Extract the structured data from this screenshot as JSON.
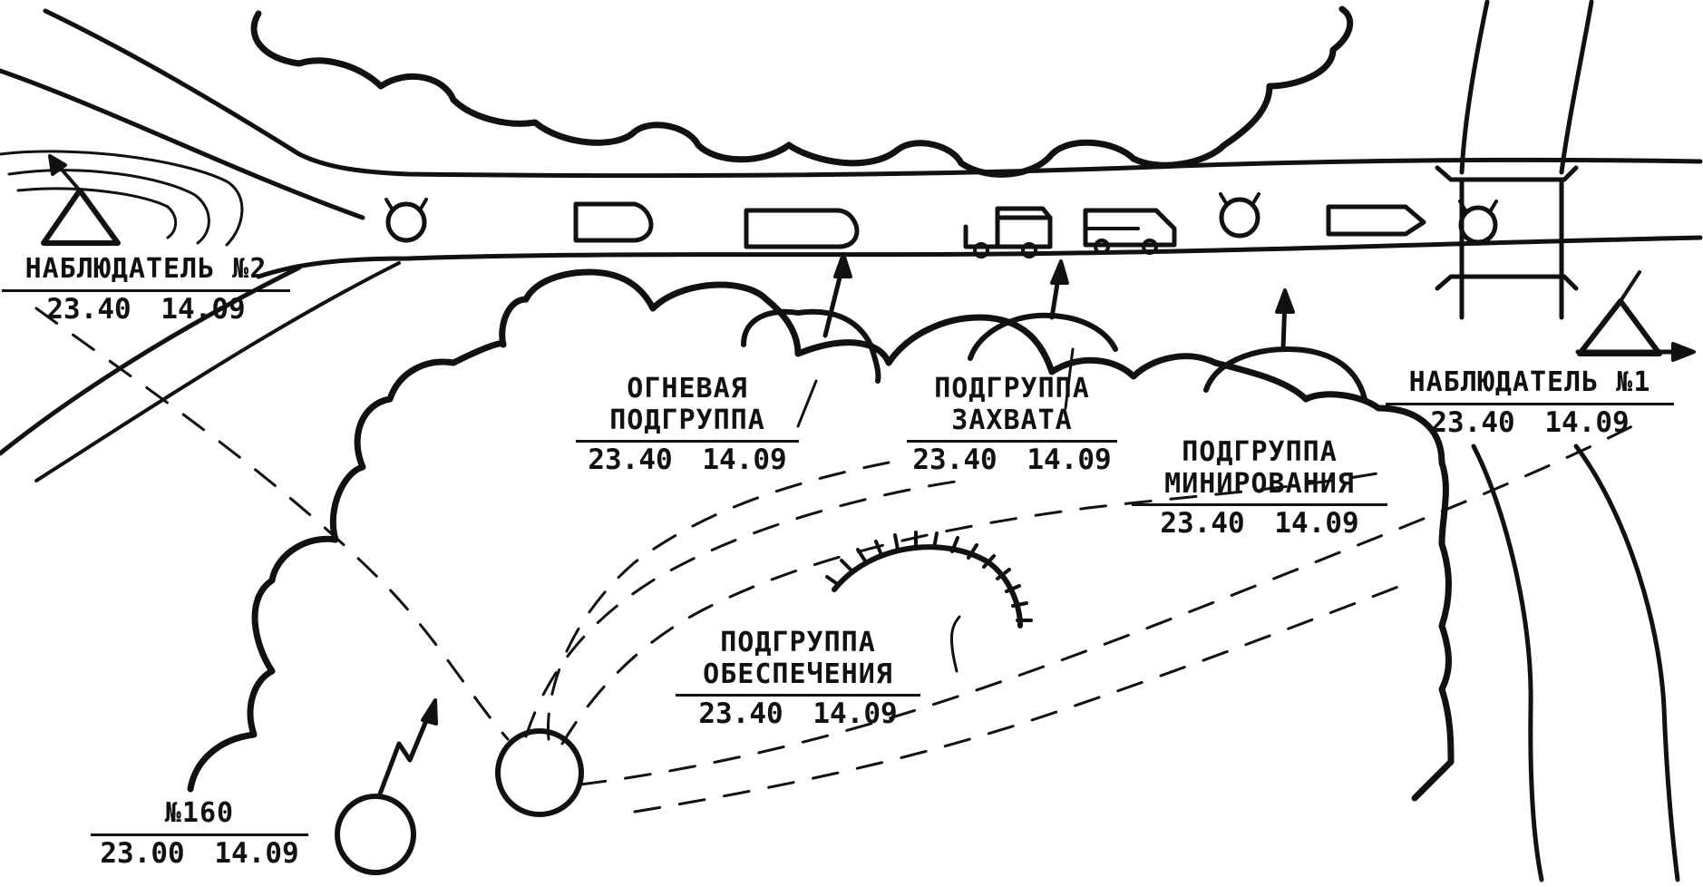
{
  "colors": {
    "ink": "#111111",
    "paper": "#ffffff"
  },
  "labels": {
    "observer2": {
      "name": "НАБЛЮДАТЕЛЬ №2",
      "time": "23.40",
      "date": "14.09"
    },
    "observer1": {
      "name": "НАБЛЮДАТЕЛЬ №1",
      "time": "23.40",
      "date": "14.09"
    },
    "fire_group": {
      "line1": "ОГНЕВАЯ",
      "line2": "ПОДГРУППА",
      "time": "23.40",
      "date": "14.09"
    },
    "capture_group": {
      "line1": "ПОДГРУППА",
      "line2": "ЗАХВАТА",
      "time": "23.40",
      "date": "14.09"
    },
    "mining_group": {
      "line1": "ПОДГРУППА",
      "line2": "МИНИРОВАНИЯ",
      "time": "23.40",
      "date": "14.09"
    },
    "support_group": {
      "line1": "ПОДГРУППА",
      "line2": "ОБЕСПЕЧЕНИЯ",
      "time": "23.40",
      "date": "14.09"
    },
    "unit160": {
      "name": "№160",
      "time": "23.00",
      "date": "14.09"
    }
  },
  "icons": [
    "observer-triangle-icon",
    "vehicle-icon",
    "truck-icon",
    "tank-icon",
    "radio-antenna-icon",
    "circle-marker-icon",
    "trench-icon"
  ]
}
